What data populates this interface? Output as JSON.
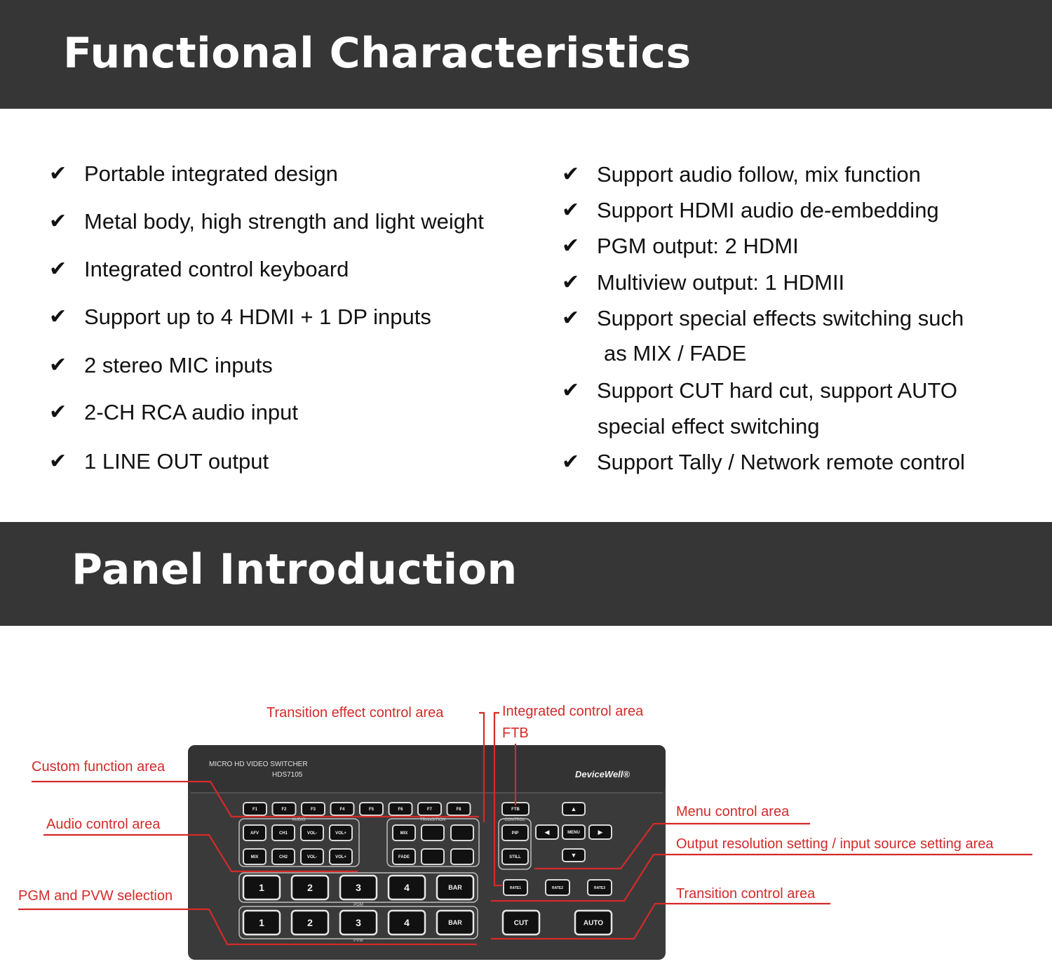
{
  "sections": {
    "functional": {
      "title": "Functional Characteristics",
      "left": [
        "Portable integrated design",
        "Metal body, high strength and light weight",
        "Integrated control keyboard",
        "Support up to 4 HDMI + 1 DP inputs",
        "2 stereo MIC inputs",
        "2-CH RCA audio input",
        "1 LINE OUT output"
      ],
      "right": [
        "Support audio follow, mix function",
        "Support HDMI audio de-embedding",
        "PGM output: 2 HDMI",
        "Multiview output: 1 HDMII",
        [
          "Support special effects switching such",
          "as MIX / FADE"
        ],
        [
          "Support CUT hard cut, support AUTO",
          "special effect switching"
        ],
        "Support Tally / Network remote control"
      ]
    },
    "panel": {
      "title": "Panel Introduction"
    }
  },
  "callouts": {
    "transition_effect": "Transition effect control area",
    "integrated": "Integrated control area",
    "ftb": "FTB",
    "custom_function": "Custom function area",
    "audio_control": "Audio control area",
    "pgm_pvw": "PGM and PVW selection",
    "menu_control": "Menu control area",
    "output_resolution": "Output resolution setting / input source setting area",
    "transition_control": "Transition control area"
  },
  "device": {
    "model_line": "MICRO HD VIDEO SWITCHER",
    "model": "HDS7105",
    "brand": "DeviceWell®",
    "fkeys": [
      "F1",
      "F2",
      "F3",
      "F4",
      "F5",
      "F6",
      "F7",
      "F8"
    ],
    "audio_label": "AUDIO",
    "audio_row1": [
      "AFV",
      "CH1",
      "VOL-",
      "VOL+"
    ],
    "audio_row2": [
      "MIX",
      "CH2",
      "VOL-",
      "VOL+"
    ],
    "transition_label": "TRANSITION",
    "trans_row1": [
      "MIX"
    ],
    "trans_row2": [
      "FADE"
    ],
    "ftb_key": "FTB",
    "control_label": "CONTROL",
    "pip_key": "PIP",
    "still_key": "STILL",
    "menu_key": "MENU",
    "rate_keys": [
      "RATE1",
      "RATE2",
      "RATE3"
    ],
    "pgm_keys": [
      "1",
      "2",
      "3",
      "4",
      "BAR"
    ],
    "pgm_label": "PGM",
    "pvw_keys": [
      "1",
      "2",
      "3",
      "4",
      "BAR"
    ],
    "pvw_label": "PVW",
    "cut_key": "CUT",
    "auto_key": "AUTO"
  },
  "colors": {
    "banner": "#363636",
    "callout": "#d42a2a",
    "device_body": "#3a3a3a",
    "key": "#111111"
  }
}
